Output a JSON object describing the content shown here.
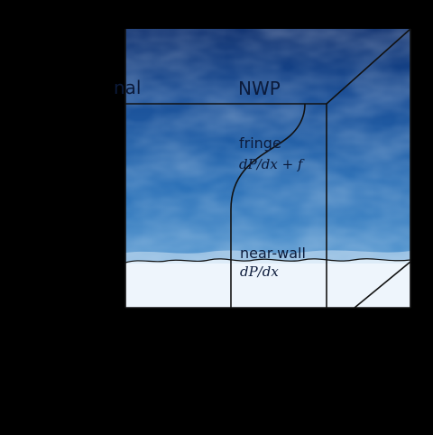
{
  "labels": {
    "left_partial": "nal",
    "nwp": "NWP",
    "fringe": "fringe",
    "fringe_eq": "dP/dx + f",
    "near_wall": "near-wall",
    "near_wall_eq": "dP/dx"
  },
  "colors": {
    "background": "#000000",
    "flow_dark": "#0e3677",
    "flow_mid": "#2a6fb6",
    "flow_light": "#5f9fd4",
    "near_wall_fill": "#eef5fc",
    "line": "#111111",
    "label_dark": "#0b1a3a"
  }
}
